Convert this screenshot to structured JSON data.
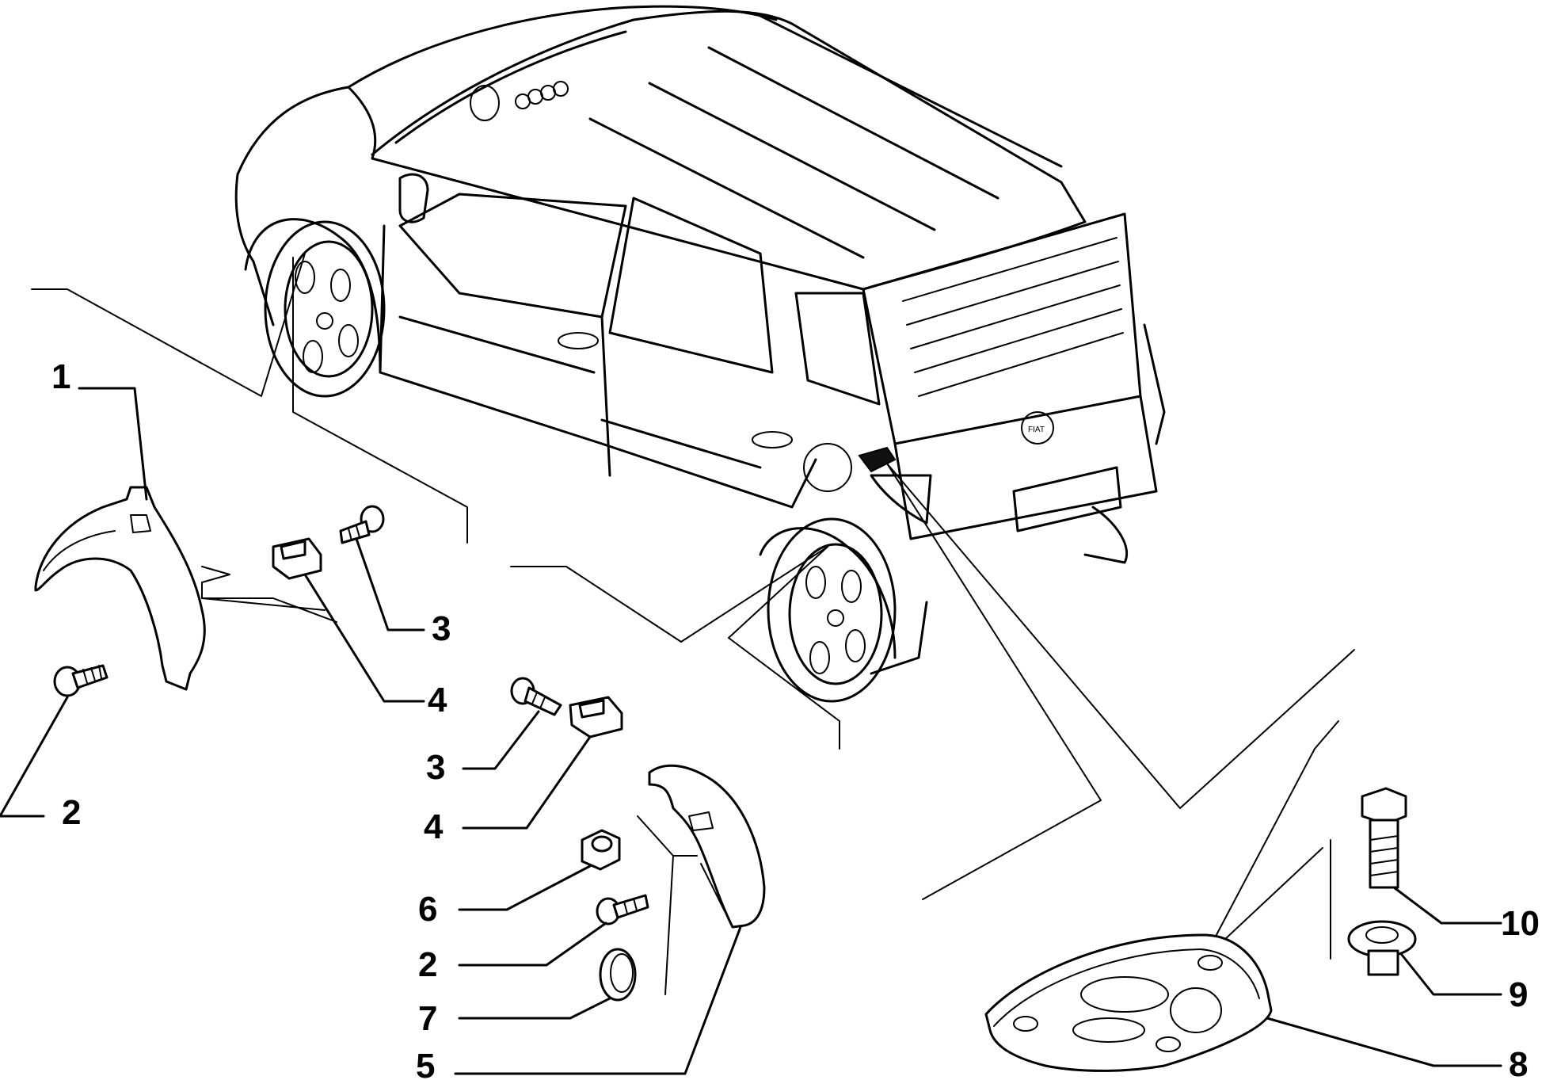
{
  "callouts": {
    "c1": "1",
    "c2a": "2",
    "c3a": "3",
    "c4a": "4",
    "c3b": "3",
    "c4b": "4",
    "c6": "6",
    "c2b": "2",
    "c7": "7",
    "c5": "5",
    "c10": "10",
    "c9": "9",
    "c8": "8"
  }
}
